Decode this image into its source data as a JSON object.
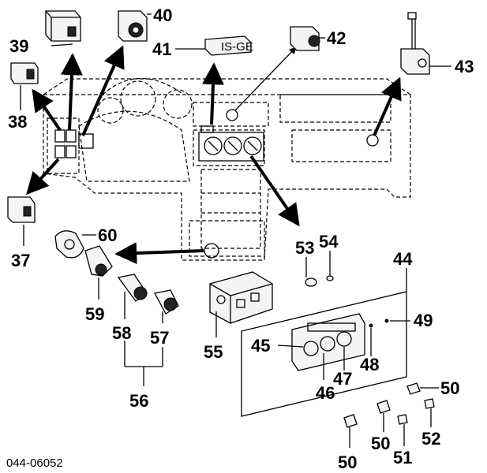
{
  "diagram": {
    "callouts": {
      "c37": "37",
      "c38": "38",
      "c39": "39",
      "c40": "40",
      "c41": "41",
      "c42": "42",
      "c43": "43",
      "c44": "44",
      "c45": "45",
      "c46": "46",
      "c47": "47",
      "c48": "48",
      "c49": "49",
      "c50a": "50",
      "c50b": "50",
      "c50c": "50",
      "c51": "51",
      "c52": "52",
      "c53": "53",
      "c54": "54",
      "c55": "55",
      "c56": "56",
      "c57": "57",
      "c58": "58",
      "c59": "59",
      "c60": "60"
    },
    "figure_code": "044-06052",
    "switch_text": "IS-GE"
  }
}
